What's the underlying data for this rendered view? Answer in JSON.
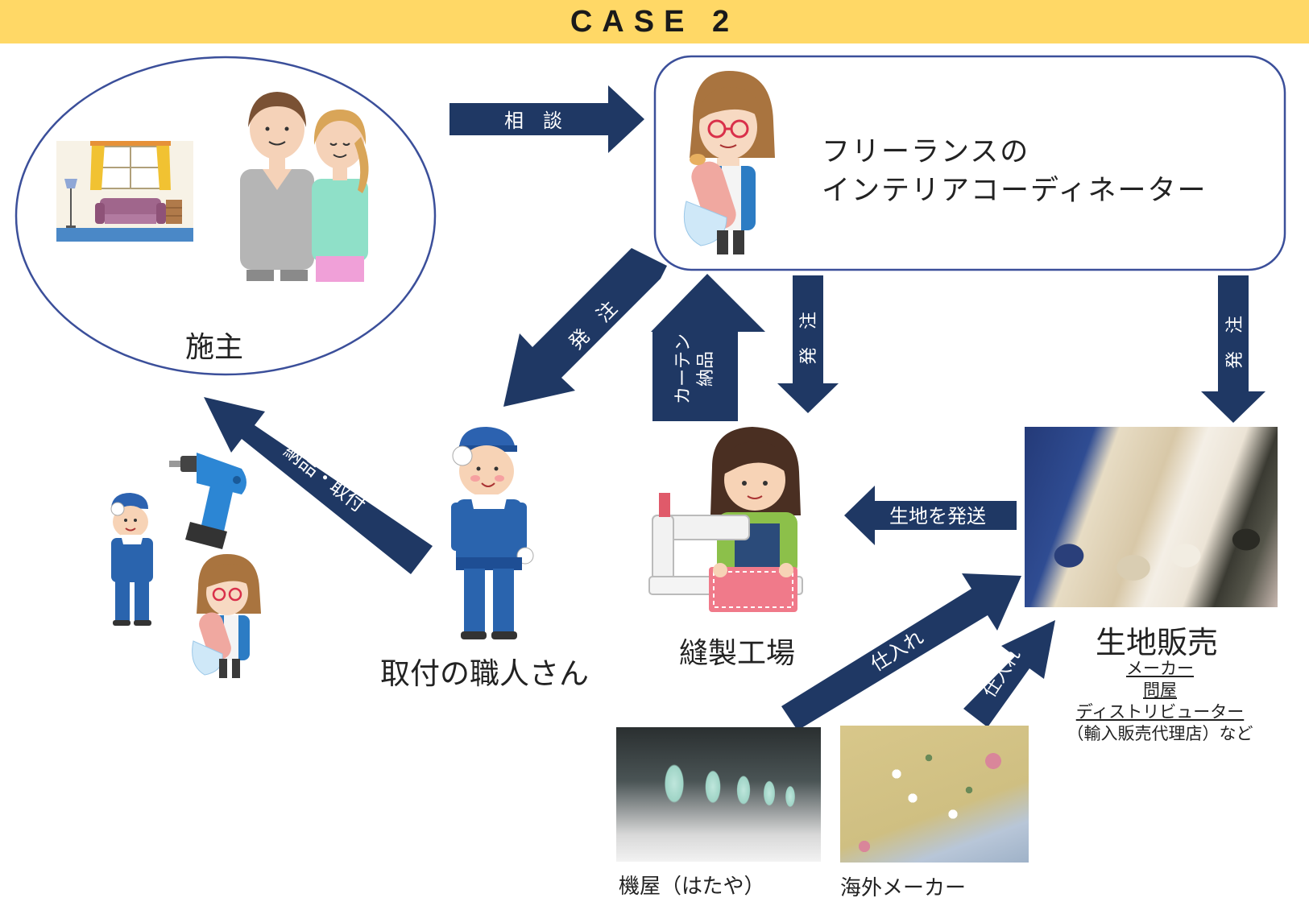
{
  "header": {
    "title": "CASE 2",
    "bg_color": "#ffd866"
  },
  "colors": {
    "arrow": "#1f3864",
    "ellipse_stroke": "#3b4f9a",
    "box_stroke": "#3b4f9a"
  },
  "client": {
    "label": "施主"
  },
  "coordinator": {
    "line1": "フリーランスの",
    "line2": "インテリアコーディネーター"
  },
  "installer": {
    "label": "取付の職人さん"
  },
  "sewing_factory": {
    "label": "縫製工場"
  },
  "fabric_seller": {
    "label": "生地販売",
    "list": [
      "メーカー",
      "問屋",
      "ディストリビューター",
      "（輸入販売代理店）など"
    ]
  },
  "weaver": {
    "label": "機屋（はたや）"
  },
  "overseas_maker": {
    "label": "海外メーカー"
  },
  "arrows": {
    "consult": "相　談",
    "order_installer": "発　注",
    "curtain_delivery_1": "カーテン",
    "curtain_delivery_2": "納品",
    "order_factory": "発　注",
    "order_fabric": "発　注",
    "deliver_install": "納品・取付",
    "send_fabric": "生地を発送",
    "stock_1": "仕入れ",
    "stock_2": "仕入れ"
  },
  "icons": [
    "sofa-room-icon",
    "couple-icon",
    "coordinator-woman-icon",
    "worker-icon",
    "drill-icon",
    "seamstress-icon",
    "fabric-rolls-photo",
    "loom-photo",
    "embroidery-photo"
  ]
}
